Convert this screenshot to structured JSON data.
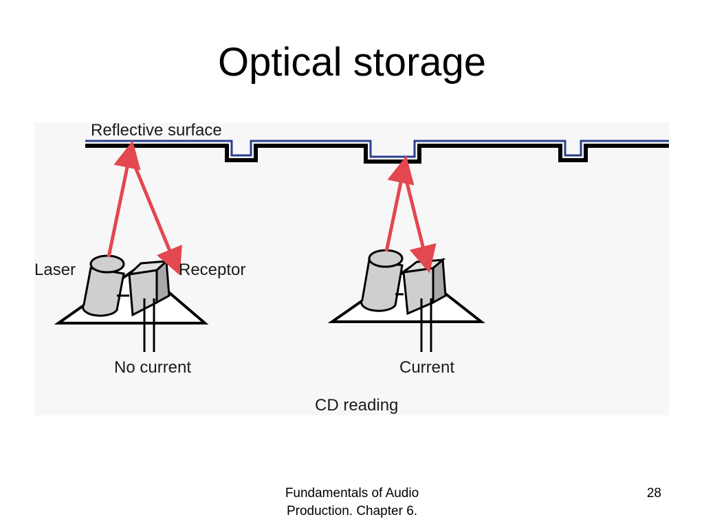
{
  "slide": {
    "title": "Optical storage",
    "page_number": "28",
    "footer": {
      "line1": "Fundamentals of Audio",
      "line2": "Production. Chapter 6."
    }
  },
  "diagram": {
    "surface_label": "Reflective surface",
    "left_unit": {
      "laser_label": "Laser",
      "receptor_label": "Receptor",
      "output_label": "No current"
    },
    "right_unit": {
      "output_label": "Current"
    },
    "caption": "CD reading",
    "colors": {
      "surface_blue": "#2b3f8f",
      "surface_black": "#000000",
      "beam_red": "#e3474f",
      "component_gray": "#cfcfcf",
      "background": "#f7f7f7"
    }
  }
}
